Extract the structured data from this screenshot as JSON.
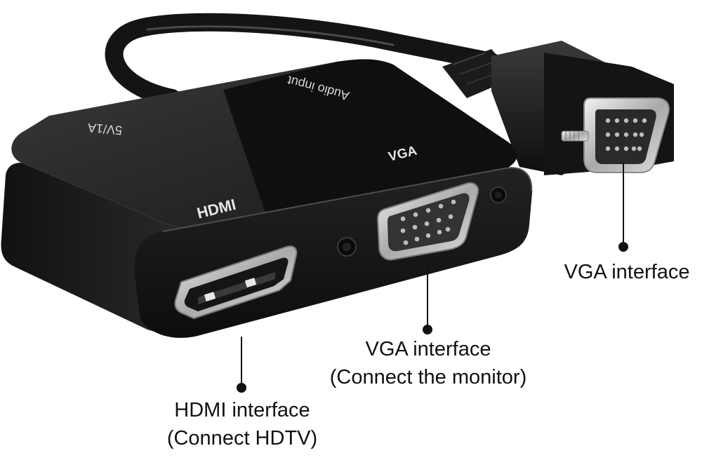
{
  "device": {
    "body_color": "#1e1e1e",
    "face_color": "#151515",
    "labels": {
      "power": "5V/1A",
      "audio": "Audio input",
      "vga": "VGA",
      "hdmi": "HDMI"
    }
  },
  "callouts": {
    "vga_cable": {
      "line1": "VGA interface"
    },
    "vga_port": {
      "line1": "VGA interface",
      "line2": "(Connect the monitor)"
    },
    "hdmi_port": {
      "line1": "HDMI interface",
      "line2": "(Connect HDTV)"
    }
  },
  "colors": {
    "text": "#111111",
    "leader": "#111111",
    "background": "#ffffff"
  }
}
